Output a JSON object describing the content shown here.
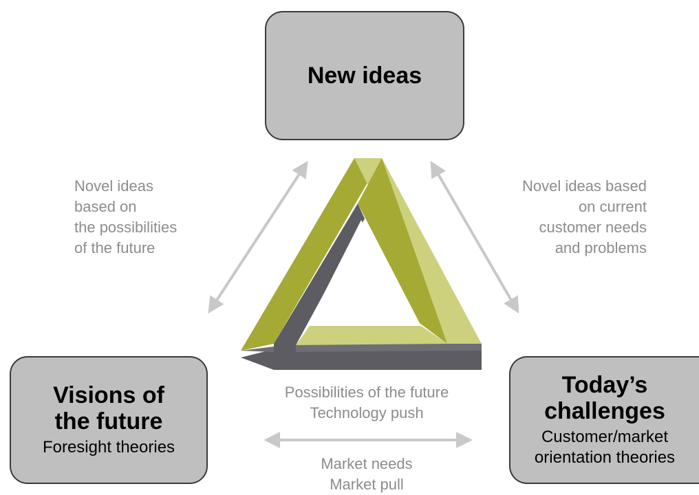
{
  "top_box": {
    "title": "New ideas"
  },
  "left_box": {
    "title_line1": "Visions of",
    "title_line2": "the future",
    "subtitle": "Foresight theories"
  },
  "right_box": {
    "title_line1": "Today’s",
    "title_line2": "challenges",
    "subtitle_line1": "Customer/market",
    "subtitle_line2": "orientation theories"
  },
  "left_note": {
    "lines": [
      "Novel ideas",
      "based on",
      "the possibilities",
      "of the future"
    ]
  },
  "right_note": {
    "lines": [
      "Novel ideas based",
      "on current",
      "customer needs",
      "and problems"
    ]
  },
  "bottom_push": {
    "line1": "Possibilities of the future",
    "line2": "Technology push"
  },
  "bottom_pull": {
    "line1": "Market needs",
    "line2": "Market pull"
  },
  "colors": {
    "olive": "#a4aa34",
    "light_olive": "#cdd17e",
    "dark_gray": "#5c5c62",
    "arrow": "#c8c8c8",
    "box_fill": "#bfbfbf"
  }
}
